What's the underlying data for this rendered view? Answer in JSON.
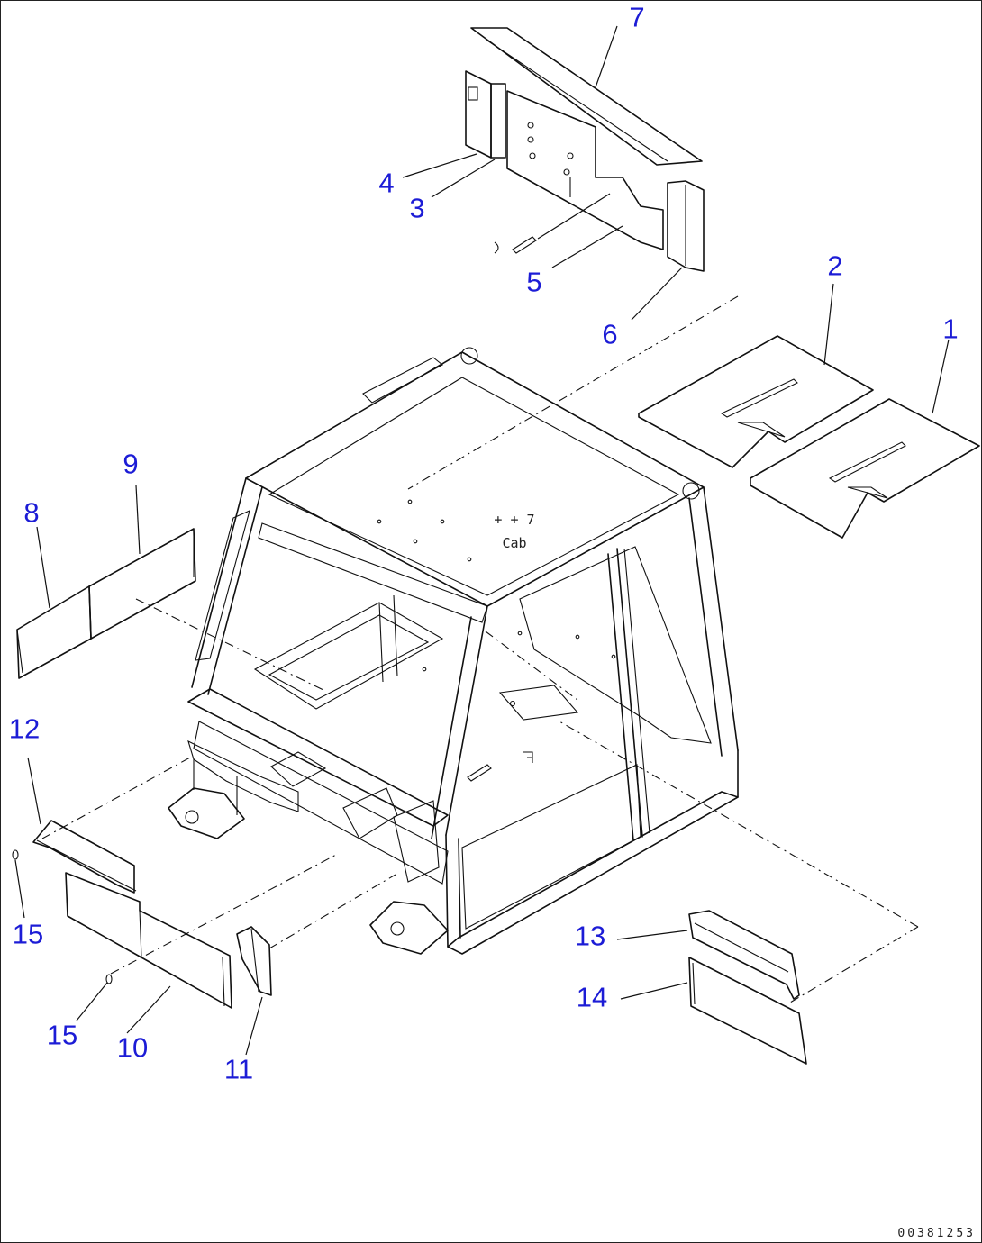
{
  "diagram": {
    "callouts": [
      "1",
      "2",
      "3",
      "4",
      "5",
      "6",
      "7",
      "8",
      "9",
      "10",
      "11",
      "12",
      "13",
      "14",
      "15",
      "15"
    ],
    "cab_label_line1": "+ + 7",
    "cab_label_line2": "Cab",
    "part_code": "00381253",
    "callout_color": "#1c1cd6"
  }
}
